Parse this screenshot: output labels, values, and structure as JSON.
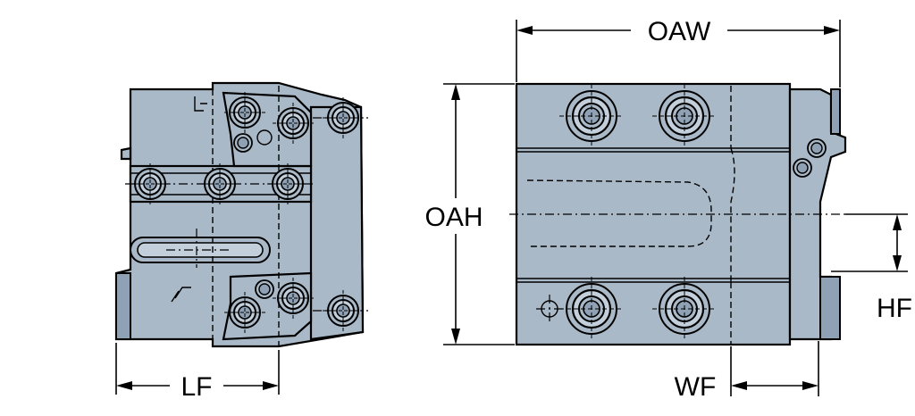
{
  "dimensions": {
    "oaw": "OAW",
    "oah": "OAH",
    "lf": "LF",
    "wf": "WF",
    "hf": "HF"
  },
  "colors": {
    "part_fill": "#a9b9c8",
    "outline": "#000000",
    "background": "#ffffff"
  }
}
